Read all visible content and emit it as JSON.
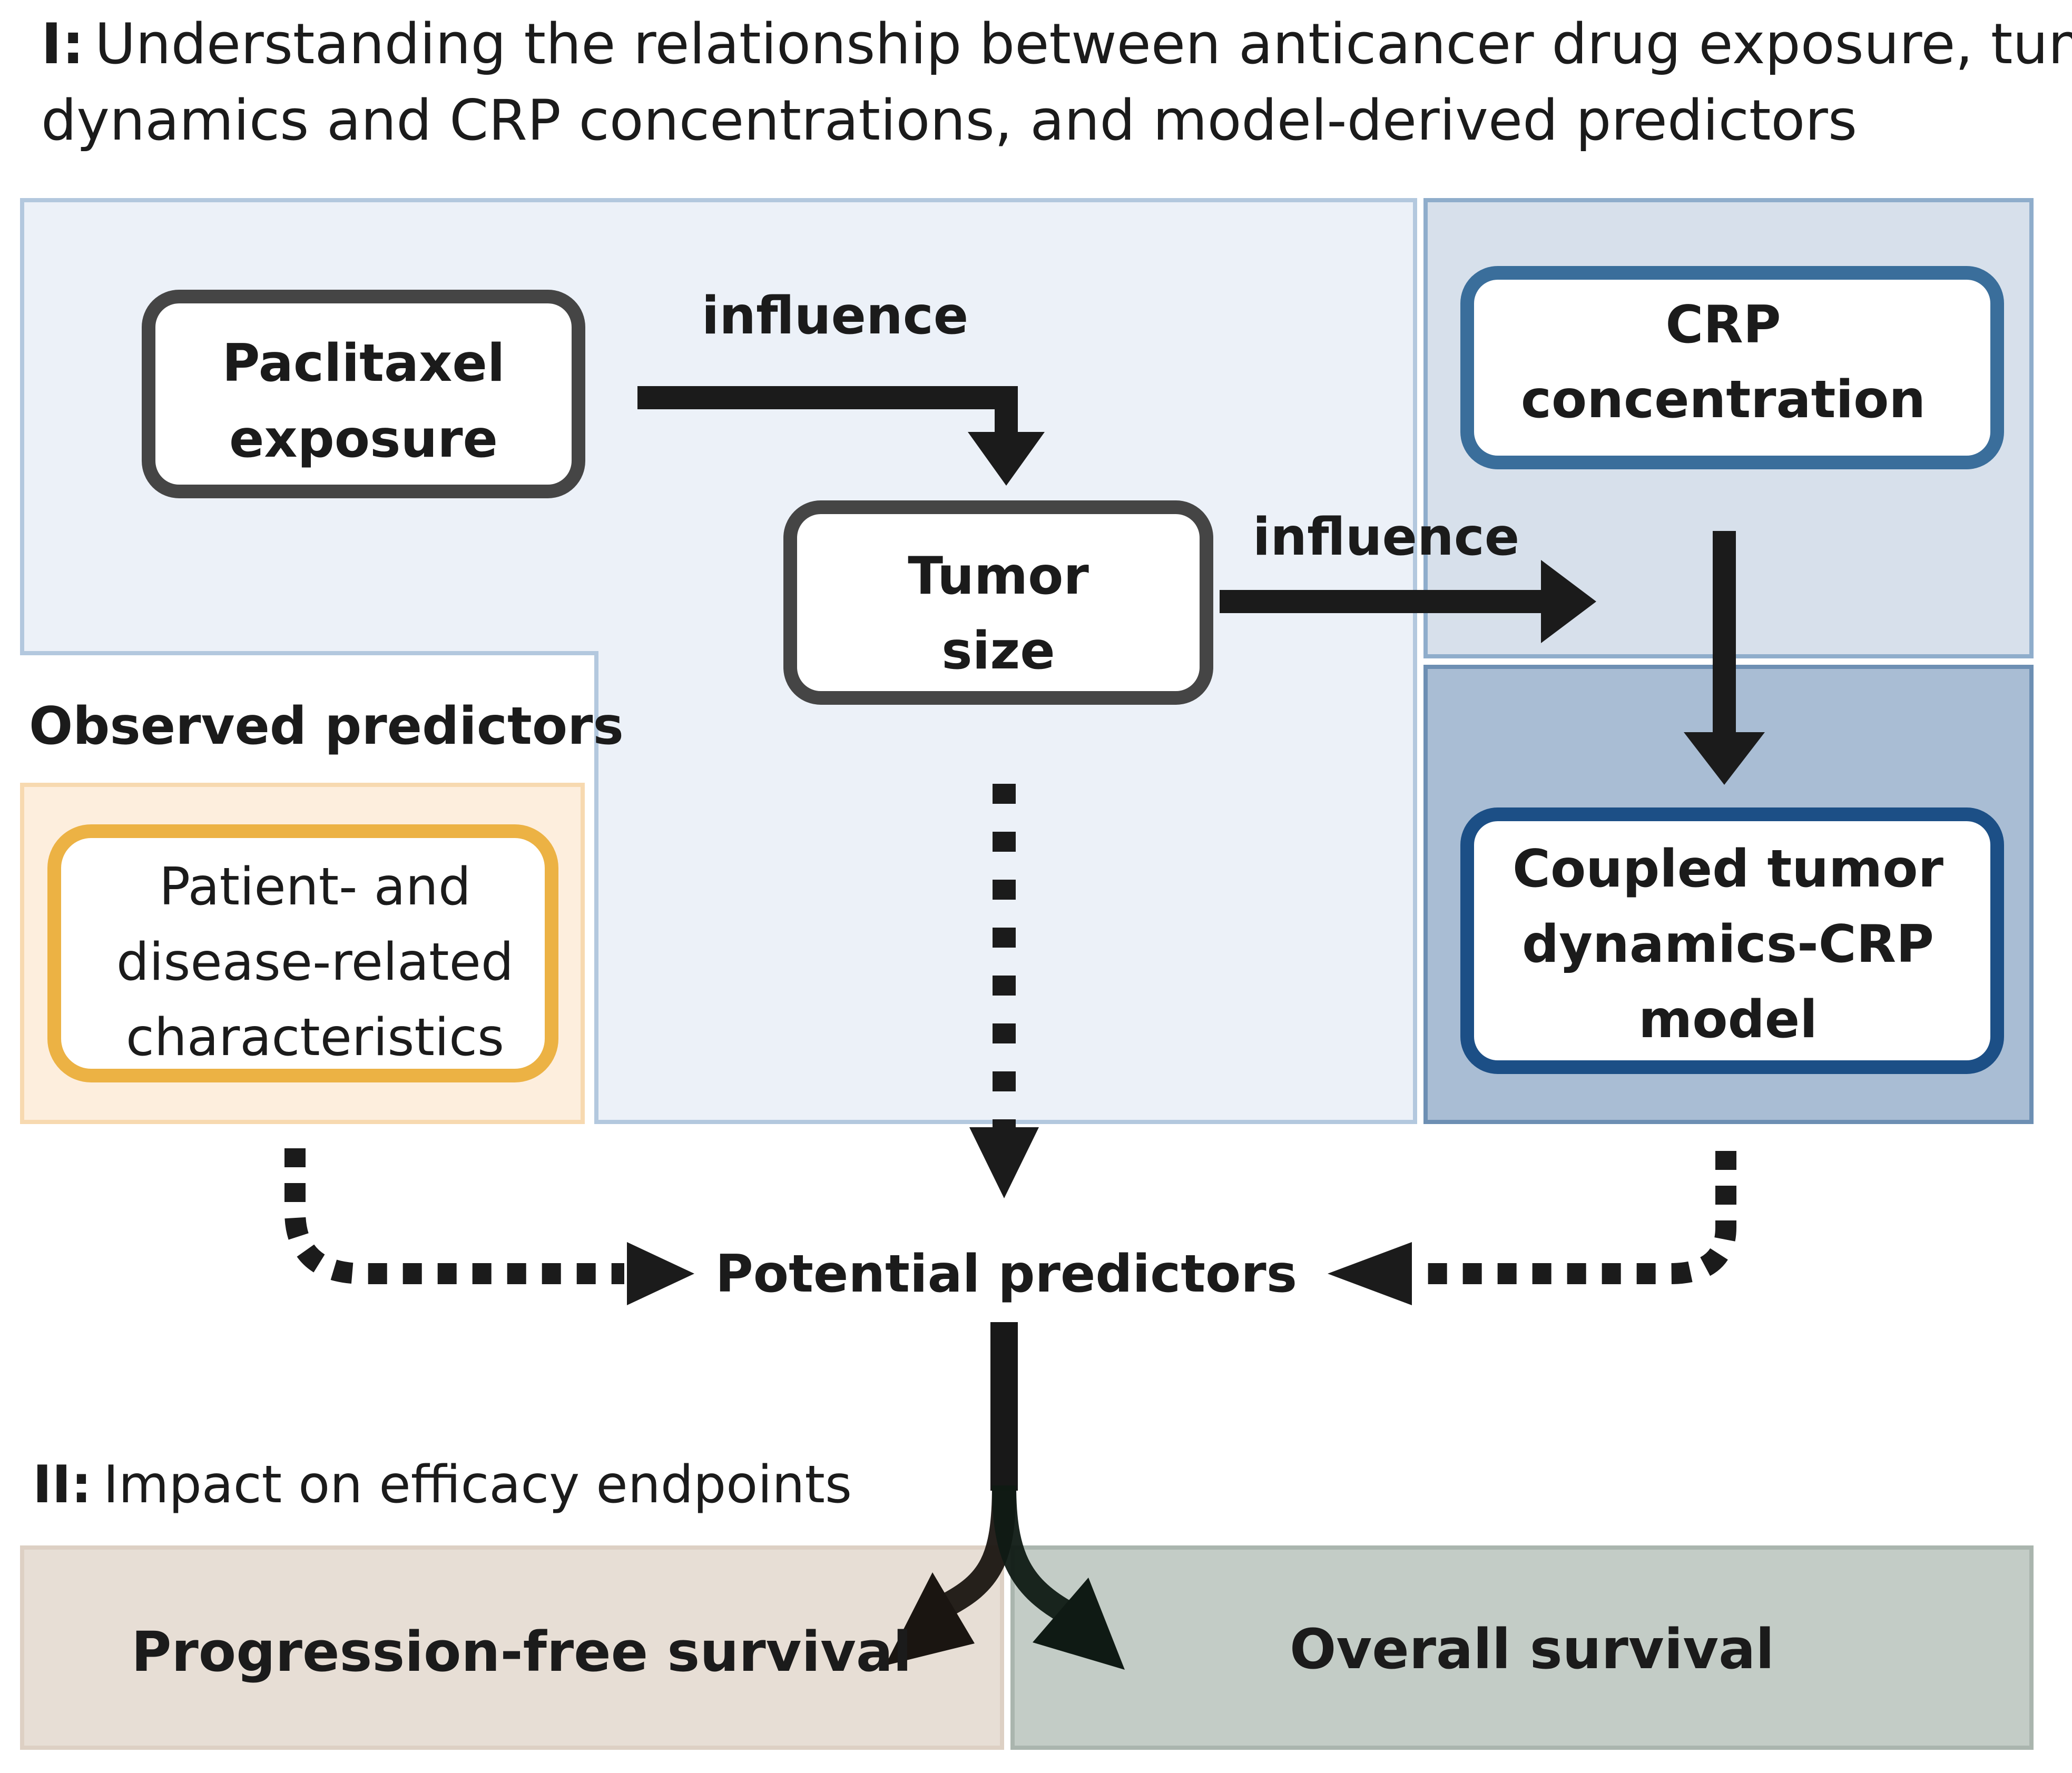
{
  "section1": {
    "prefix": "I:",
    "line1": "Understanding the relationship between anticancer drug exposure, tumor",
    "line2": "dynamics and CRP concentrations, and model-derived predictors"
  },
  "nodes": {
    "paclitaxel": {
      "line1": "Paclitaxel",
      "line2": "exposure"
    },
    "tumor_size": {
      "line1": "Tumor",
      "line2": "size"
    },
    "crp": {
      "line1": "CRP",
      "line2": "concentration"
    },
    "coupled": {
      "line1": "Coupled tumor",
      "line2": "dynamics-CRP",
      "line3": "model"
    },
    "patient": {
      "line1": "Patient- and",
      "line2": "disease-related",
      "line3": "characteristics"
    }
  },
  "edges": {
    "influence_1": "influence",
    "influence_2": "influence"
  },
  "observed_predictors": "Observed predictors",
  "potential_predictors": "Potential predictors",
  "section2": {
    "prefix": "II:",
    "text": "Impact on efficacy endpoints"
  },
  "outcomes": {
    "pfs": "Progression-free survival",
    "os": "Overall survival"
  },
  "colors": {
    "region_light_blue": "#ecf1f8",
    "region_crp": "#d7e0eb",
    "region_model": "#a9bdd4",
    "region_observed": "#fdeedd",
    "region_pfs": "#e7ded5",
    "region_os": "#c3ccc6",
    "box_gray": "#454545",
    "box_blue": "#3a6e9b",
    "box_dark_blue": "#1c4f86",
    "box_orange": "#ecb244",
    "arrow": "#1b1b1b"
  }
}
